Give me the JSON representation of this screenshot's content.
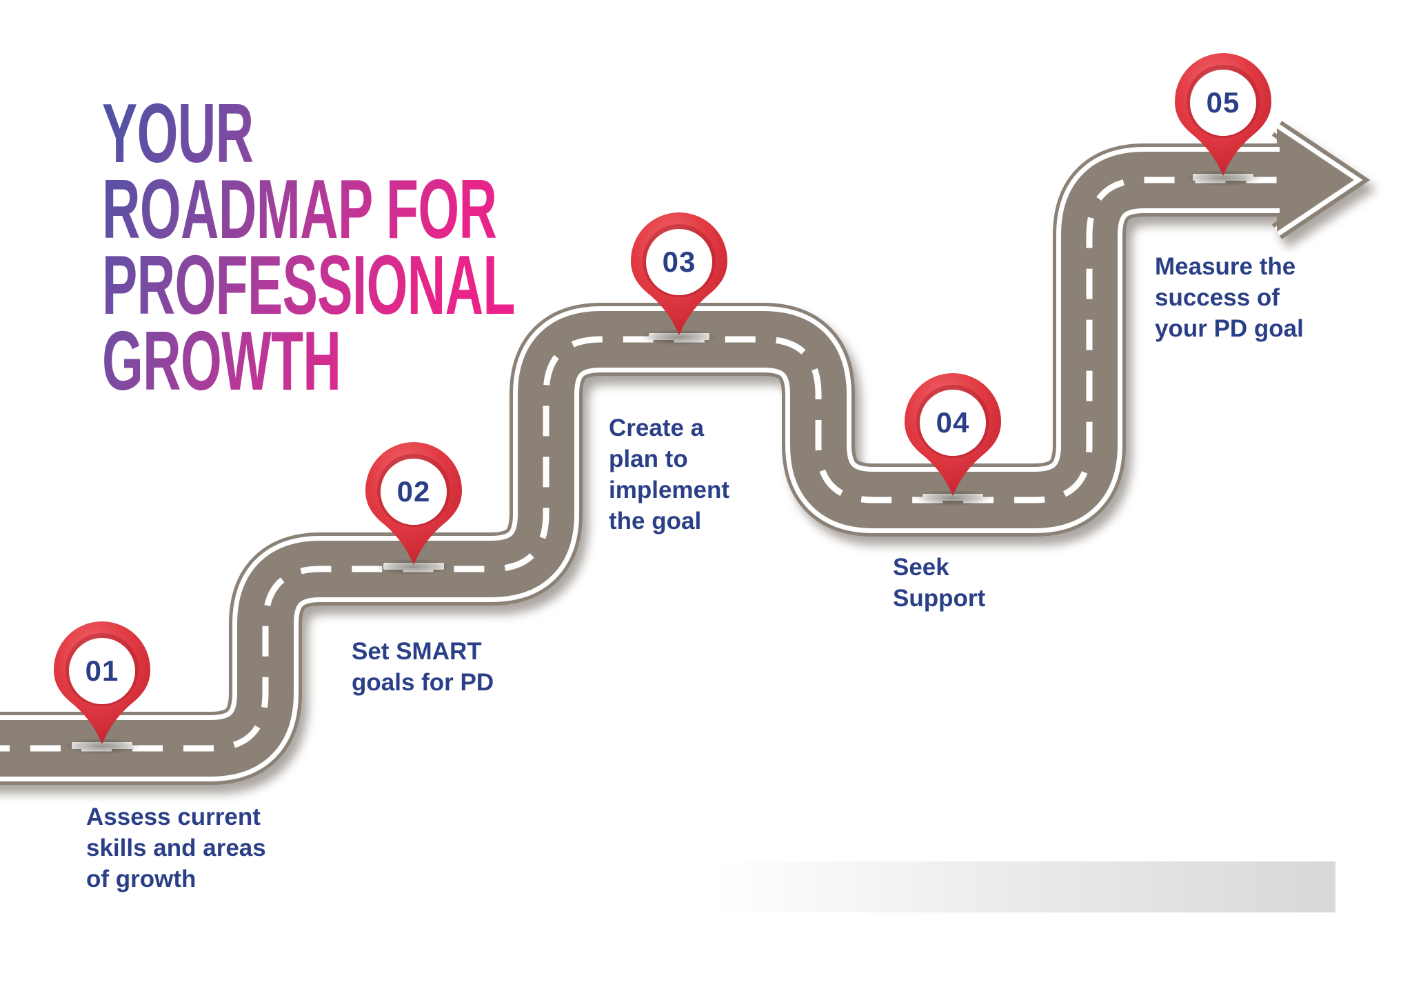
{
  "title": {
    "lines": [
      "YOUR",
      "ROADMAP FOR",
      "PROFESSIONAL",
      "GROWTH"
    ]
  },
  "milestones": [
    {
      "number": "01",
      "lines": [
        "Assess current",
        "skills and areas",
        "of growth"
      ]
    },
    {
      "number": "02",
      "lines": [
        "Set SMART",
        "goals for PD"
      ]
    },
    {
      "number": "03",
      "lines": [
        "Create a",
        "plan to",
        "implement",
        "the goal"
      ]
    },
    {
      "number": "04",
      "lines": [
        "Seek",
        "Support"
      ]
    },
    {
      "number": "05",
      "lines": [
        "Measure the",
        "success of",
        "your PD goal"
      ]
    }
  ],
  "colors": {
    "road": "#8b8176",
    "road_marking": "#ffffff",
    "label_text": "#2b3f87",
    "pin_red": "#d92632",
    "pin_number": "#2b3f87",
    "title_gradient_start": "#4a53a5",
    "title_gradient_end": "#ef1e8c"
  }
}
